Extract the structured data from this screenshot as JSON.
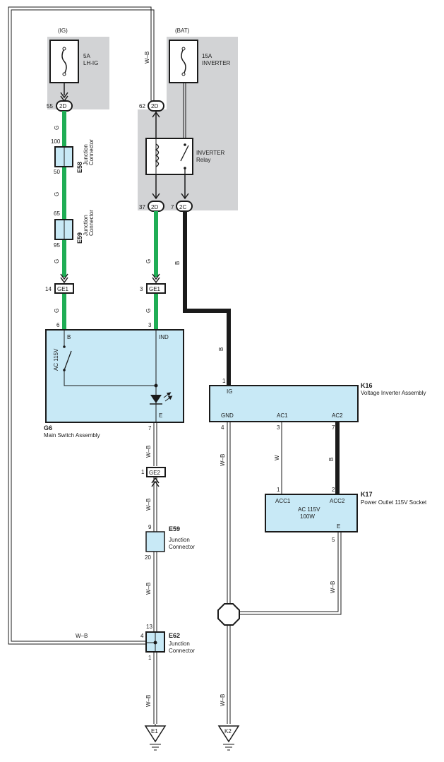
{
  "colors": {
    "green": "#1fad55",
    "black": "#1a1a1a",
    "gray_bg": "#d2d3d5",
    "blue_box": "#c8e9f6"
  },
  "fuses": {
    "ig": {
      "tag": "(IG)",
      "line1": "5A",
      "line2": "LH-IG"
    },
    "bat": {
      "tag": "(BAT)",
      "line1": "15A",
      "line2": "INVERTER"
    }
  },
  "relay": {
    "line1": "INVERTER",
    "line2": "Relay"
  },
  "connectors": {
    "c55": {
      "pin": "55",
      "label": "2D"
    },
    "c62": {
      "pin": "62",
      "label": "2D"
    },
    "c37": {
      "pin": "37",
      "label": "2D"
    },
    "c7": {
      "pin": "7",
      "label": "2C"
    },
    "ge1_left": {
      "pin": "14",
      "label": "GE1"
    },
    "ge1_right": {
      "pin": "3",
      "label": "GE1"
    },
    "ge2": {
      "pin": "1",
      "label": "GE2"
    }
  },
  "junctions": {
    "e58": {
      "id": "E58",
      "desc1": "Junction",
      "desc2": "Connector",
      "pin_top": "100",
      "pin_bottom": "50"
    },
    "e59_top": {
      "id": "E59",
      "desc1": "Junction",
      "desc2": "Connector",
      "pin_top": "65",
      "pin_bottom": "95"
    },
    "e59_low": {
      "id": "E59",
      "desc1": "Junction",
      "desc2": "Connector",
      "pin_top": "9",
      "pin_bottom": "20"
    },
    "e62": {
      "id": "E62",
      "desc1": "Junction",
      "desc2": "Connector",
      "pin_top": "13",
      "pin_left": "4",
      "pin_bottom": "1"
    }
  },
  "components": {
    "g6": {
      "id": "G6",
      "name": "Main Switch Assembly",
      "switch_label": "AC 115V",
      "pin_b": "B",
      "pin_ind": "IND",
      "pin_e": "E",
      "pin_6": "6",
      "pin_3": "3",
      "pin_7": "7"
    },
    "k16": {
      "id": "K16",
      "name": "Voltage Inverter Assembly",
      "ig": "IG",
      "gnd": "GND",
      "ac1": "AC1",
      "ac2": "AC2",
      "pin_1": "1",
      "pin_4": "4",
      "pin_3": "3",
      "pin_7": "7"
    },
    "k17": {
      "id": "K17",
      "name": "Power Outlet 115V Socket",
      "acc1": "ACC1",
      "acc2": "ACC2",
      "rating1": "AC 115V",
      "rating2": "100W",
      "e": "E",
      "pin_1": "1",
      "pin_2": "2",
      "pin_5": "5"
    }
  },
  "wires": {
    "g": "G",
    "wb": "W–B",
    "b": "B",
    "w": "W"
  },
  "grounds": {
    "e1": "E1",
    "k2": "K2"
  }
}
